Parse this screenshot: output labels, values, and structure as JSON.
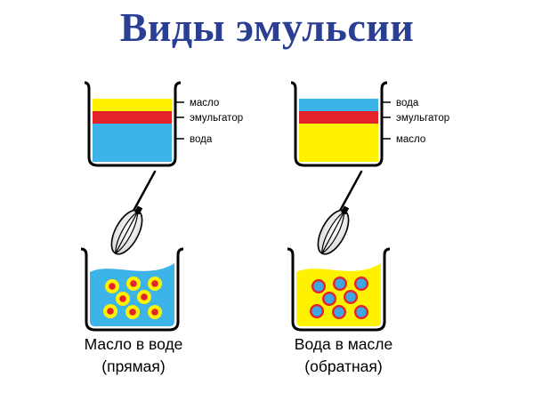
{
  "title": "Виды эмульсии",
  "colors": {
    "oil": "#fff200",
    "water": "#3cb4ea",
    "emulsifier": "#e4222a",
    "droplet_water_core": "#3ea6e0",
    "droplet_oil_core": "#f7e400",
    "droplet_ring_oil": "#fff200",
    "outline": "#000000"
  },
  "left": {
    "layers": [
      "масло",
      "эмульгатор",
      "вода"
    ],
    "caption_line1": "Масло в воде",
    "caption_line2": "(прямая)"
  },
  "right": {
    "layers": [
      "вода",
      "эмульгатор",
      "масло"
    ],
    "caption_line1": "Вода в масле",
    "caption_line2": "(обратная)"
  },
  "icons": [
    "whisk-icon",
    "beaker-icon"
  ]
}
